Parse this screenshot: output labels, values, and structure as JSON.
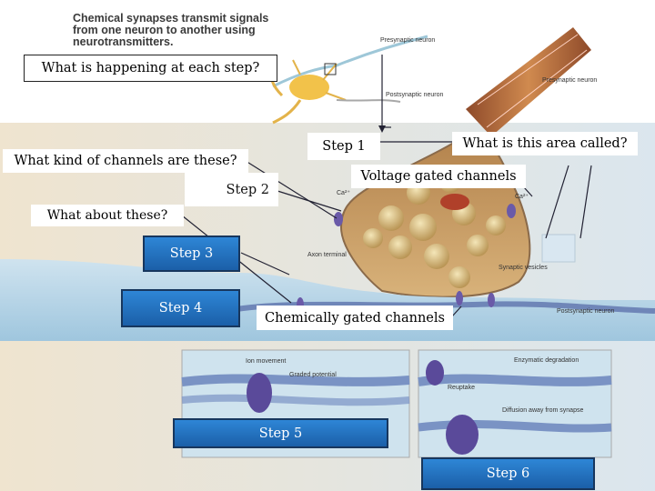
{
  "caption": {
    "line1": "Chemical synapses transmit signals",
    "line2": "from one neuron to another using",
    "line3": "neurotransmitters."
  },
  "inset_labels": {
    "presynaptic_neuron": "Presynaptic neuron",
    "postsynaptic_neuron": "Postsynaptic neuron"
  },
  "diagram_labels": {
    "presynaptic_neuron": "Presynaptic neuron",
    "postsynaptic_neuron": "Postsynaptic neuron",
    "axon_terminal": "Axon terminal",
    "synaptic_vesicles": "Synaptic vesicles",
    "ca_ion": "Ca²⁺",
    "ion_movement": "Ion movement",
    "graded_potential": "Graded potential",
    "reuptake": "Reuptake",
    "enzymatic_degradation": "Enzymatic degradation",
    "diffusion_away": "Diffusion away from synapse"
  },
  "questions": {
    "each_step": "What is happening at each step?",
    "kind_of_channels": "What kind of channels are these?",
    "about_these": "What about these?",
    "area_called": "What is this area called?"
  },
  "answers": {
    "voltage_gated": "Voltage gated channels",
    "chemically_gated": "Chemically gated channels"
  },
  "steps": {
    "step1": "Step 1",
    "step2": "Step 2",
    "step3": "Step 3",
    "step4": "Step 4",
    "step5": "Step 5",
    "step6": "Step 6"
  },
  "colors": {
    "step_fill": "#1f6fc0",
    "step_border": "#17365d",
    "terminal": "#c79a64",
    "membrane": "#7a93c4"
  }
}
